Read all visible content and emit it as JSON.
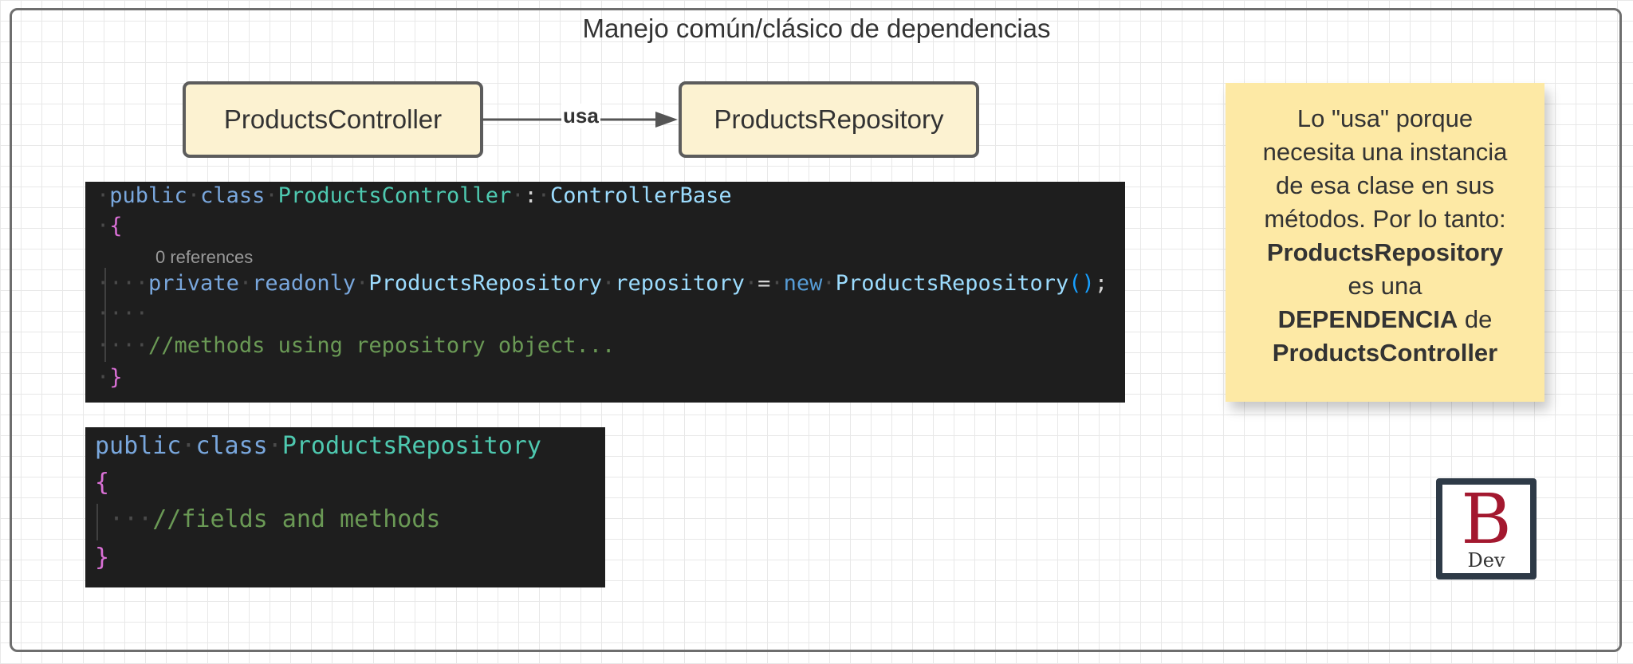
{
  "title": "Manejo común/clásico de dependencias",
  "diagram": {
    "nodes": [
      {
        "id": "controller",
        "label": "ProductsController"
      },
      {
        "id": "repository",
        "label": "ProductsRepository"
      }
    ],
    "edges": [
      {
        "from": "controller",
        "to": "repository",
        "label": "usa"
      }
    ]
  },
  "code_controller": {
    "line1": {
      "kw1": "public",
      "kw2": "class",
      "type": "ProductsController",
      "colon": ":",
      "base": "ControllerBase"
    },
    "open_brace": "{",
    "references": "0 references",
    "line3": {
      "kw1": "private",
      "kw2": "readonly",
      "type": "ProductsRepository",
      "field": "repository",
      "eq": "=",
      "kw3": "new",
      "ctor": "ProductsRepository",
      "parens": "()",
      "semi": ";"
    },
    "comment": "//methods using repository object...",
    "close_brace": "}"
  },
  "code_repository": {
    "line1": {
      "kw1": "public",
      "kw2": "class",
      "type": "ProductsRepository"
    },
    "open_brace": "{",
    "comment": "//fields and methods",
    "close_brace": "}"
  },
  "note": {
    "line1": "Lo \"usa\" porque",
    "line2": "necesita una instancia",
    "line3": "de esa clase en sus",
    "line4": "métodos. Por lo tanto:",
    "line5_bold": "ProductsRepository",
    "line6": "es una",
    "line7_bold": "DEPENDENCIA",
    "line7_rest": " de",
    "line8_bold": "ProductsController"
  },
  "logo": {
    "letter": "B",
    "text": "Dev"
  },
  "colors": {
    "node_fill": "#fcf2d1",
    "note_fill": "#fde9a5",
    "code_bg": "#1e1e1e",
    "logo_red": "#a3182f"
  }
}
